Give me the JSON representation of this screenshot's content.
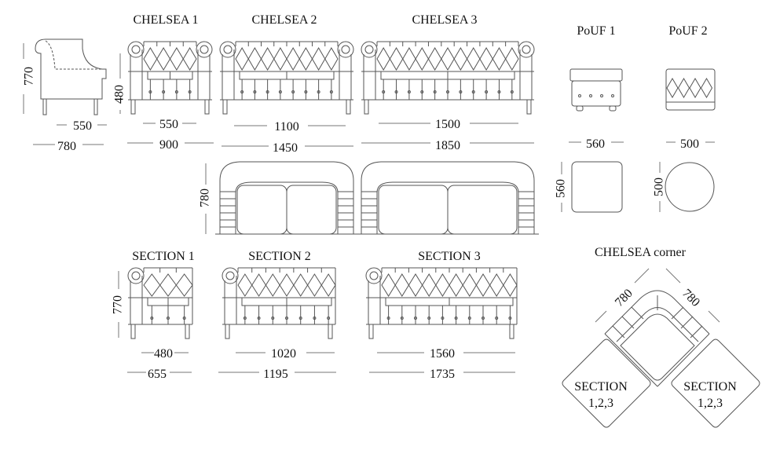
{
  "side_view": {
    "height": "770",
    "seat": "550",
    "depth": "780"
  },
  "chelsea_1": {
    "title": "CHELSEA 1",
    "seat_height": "480",
    "seat_width": "550",
    "width": "900"
  },
  "chelsea_2": {
    "title": "CHELSEA 2",
    "seat_width": "1100",
    "width": "1450"
  },
  "chelsea_3": {
    "title": "CHELSEA 3",
    "seat_width": "1500",
    "width": "1850"
  },
  "pouf_1": {
    "title": "PoUF 1",
    "width": "560",
    "depth": "560"
  },
  "pouf_2": {
    "title": "PoUF 2",
    "width": "500",
    "depth": "500"
  },
  "top_view": {
    "depth": "780"
  },
  "section_1": {
    "title": "SECTION 1",
    "height": "770",
    "seat_width": "480",
    "width": "655"
  },
  "section_2": {
    "title": "SECTION 2",
    "seat_width": "1020",
    "width": "1195"
  },
  "section_3": {
    "title": "SECTION 3",
    "seat_width": "1560",
    "width": "1735"
  },
  "corner": {
    "title": "CHELSEA corner",
    "side_a": "780",
    "side_b": "780",
    "section_left": "SECTION",
    "section_left_sub": "1,2,3",
    "section_right": "SECTION",
    "section_right_sub": "1,2,3"
  }
}
